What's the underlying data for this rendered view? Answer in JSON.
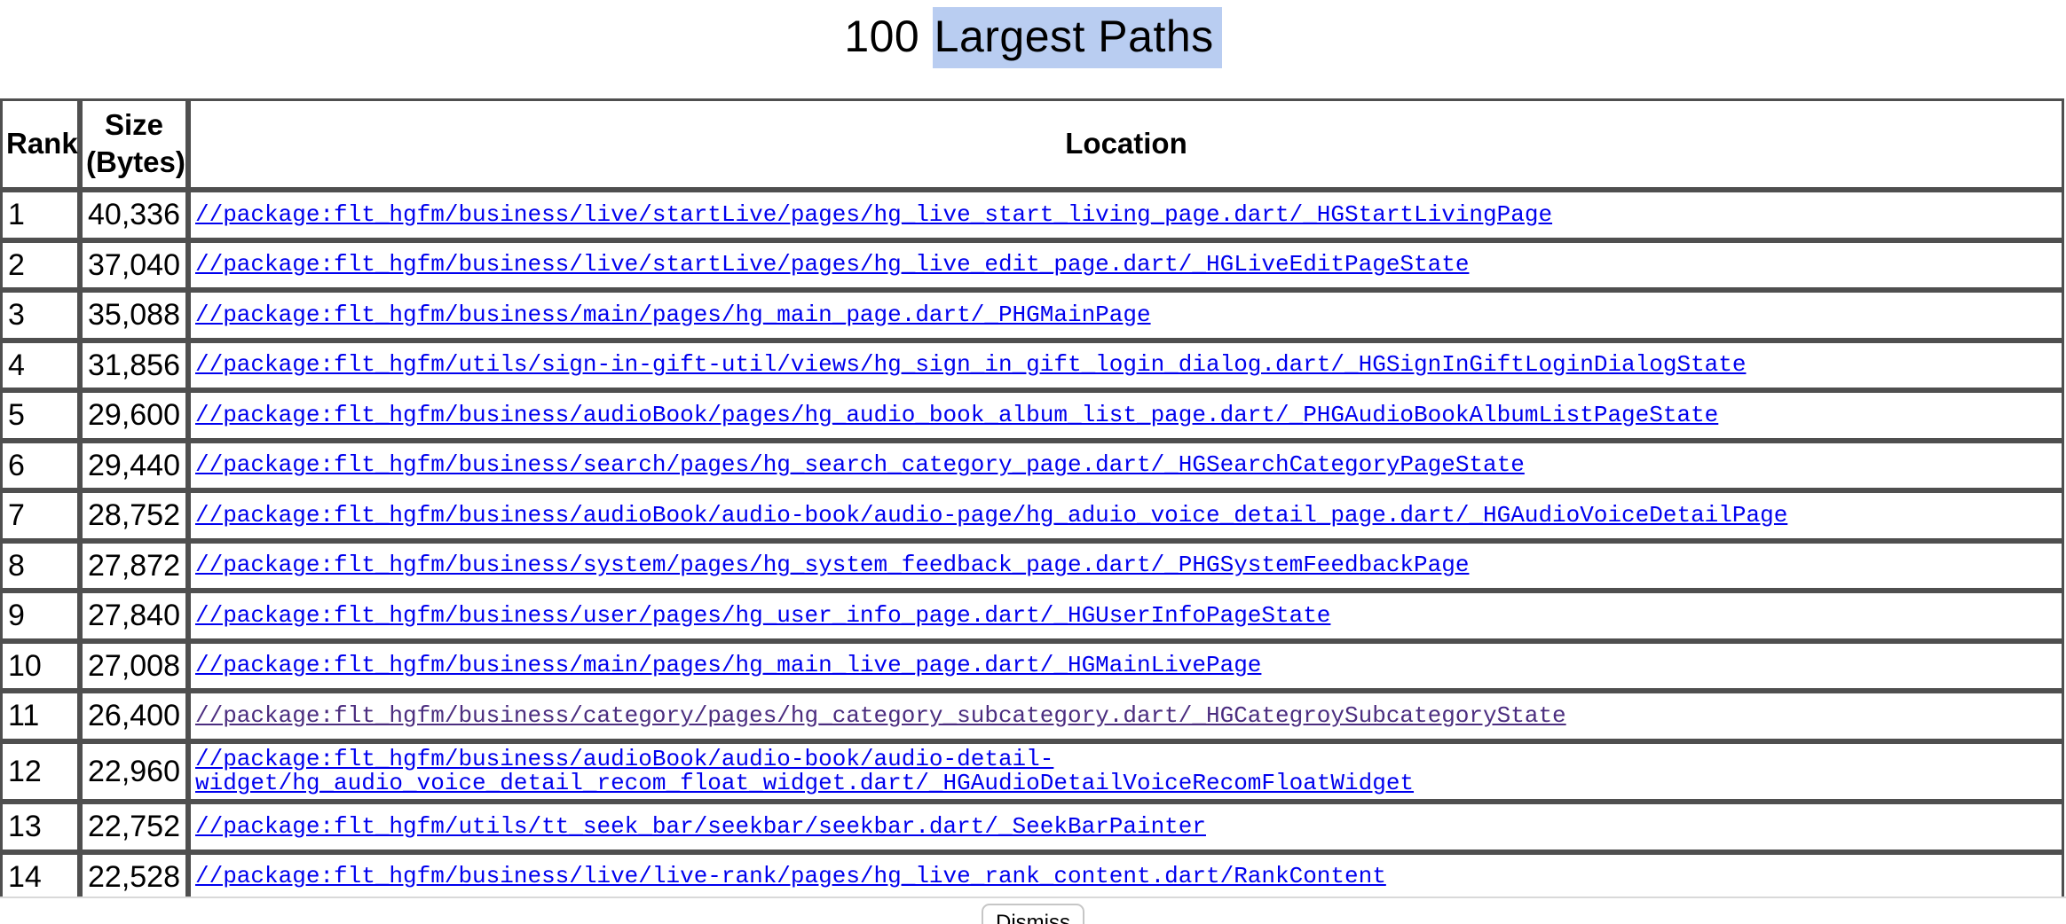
{
  "page": {
    "title_prefix": "100 ",
    "title_selected": "Largest Paths"
  },
  "table": {
    "headers": [
      "Rank",
      "Size (Bytes)",
      "Location"
    ],
    "rows": [
      {
        "rank": "1",
        "size": "40,336",
        "location": "//package:flt_hgfm/business/live/startLive/pages/hg_live_start_living_page.dart/_HGStartLivingPage",
        "visited": false
      },
      {
        "rank": "2",
        "size": "37,040",
        "location": "//package:flt_hgfm/business/live/startLive/pages/hg_live_edit_page.dart/_HGLiveEditPageState",
        "visited": false
      },
      {
        "rank": "3",
        "size": "35,088",
        "location": "//package:flt_hgfm/business/main/pages/hg_main_page.dart/_PHGMainPage",
        "visited": false
      },
      {
        "rank": "4",
        "size": "31,856",
        "location": "//package:flt_hgfm/utils/sign-in-gift-util/views/hg_sign_in_gift_login_dialog.dart/_HGSignInGiftLoginDialogState",
        "visited": false
      },
      {
        "rank": "5",
        "size": "29,600",
        "location": "//package:flt_hgfm/business/audioBook/pages/hg_audio_book_album_list_page.dart/_PHGAudioBookAlbumListPageState",
        "visited": false
      },
      {
        "rank": "6",
        "size": "29,440",
        "location": "//package:flt_hgfm/business/search/pages/hg_search_category_page.dart/_HGSearchCategoryPageState",
        "visited": false
      },
      {
        "rank": "7",
        "size": "28,752",
        "location": "//package:flt_hgfm/business/audioBook/audio-book/audio-page/hg_aduio_voice_detail_page.dart/_HGAudioVoiceDetailPage",
        "visited": false
      },
      {
        "rank": "8",
        "size": "27,872",
        "location": "//package:flt_hgfm/business/system/pages/hg_system_feedback_page.dart/_PHGSystemFeedbackPage",
        "visited": false
      },
      {
        "rank": "9",
        "size": "27,840",
        "location": "//package:flt_hgfm/business/user/pages/hg_user_info_page.dart/_HGUserInfoPageState",
        "visited": false
      },
      {
        "rank": "10",
        "size": "27,008",
        "location": "//package:flt_hgfm/business/main/pages/hg_main_live_page.dart/_HGMainLivePage",
        "visited": false
      },
      {
        "rank": "11",
        "size": "26,400",
        "location": "//package:flt_hgfm/business/category/pages/hg_category_subcategory.dart/_HGCategroySubcategoryState",
        "visited": true
      },
      {
        "rank": "12",
        "size": "22,960",
        "location": "//package:flt_hgfm/business/audioBook/audio-book/audio-detail-widget/hg_audio_voice_detail_recom_float_widget.dart/_HGAudioDetailVoiceRecomFloatWidget",
        "visited": false
      },
      {
        "rank": "13",
        "size": "22,752",
        "location": "//package:flt_hgfm/utils/tt_seek_bar/seekbar/seekbar.dart/_SeekBarPainter",
        "visited": false
      },
      {
        "rank": "14",
        "size": "22,528",
        "location": "//package:flt_hgfm/business/live/live-rank/pages/hg_live_rank_content.dart/RankContent",
        "visited": false
      }
    ]
  },
  "footer": {
    "dismiss_label": "Dismiss"
  },
  "colors": {
    "link": "#0000ee",
    "visited_link": "#4b2d7f",
    "selection": "#b9cdf1",
    "table_border": "#4f4f4f",
    "footer_border": "#d9d9d9"
  }
}
